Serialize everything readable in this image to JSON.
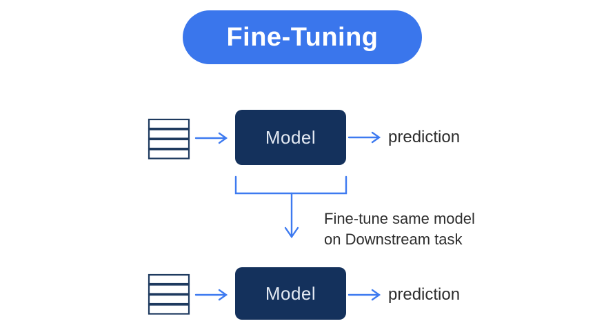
{
  "title": {
    "label": "Fine-Tuning"
  },
  "rows": [
    {
      "input_icon": "dataset-table-icon",
      "model_label": "Model",
      "output_label": "prediction"
    },
    {
      "input_icon": "dataset-table-icon",
      "model_label": "Model",
      "output_label": "prediction"
    }
  ],
  "annotation": {
    "line1": "Fine-tune same model",
    "line2": "on Downstream task"
  },
  "icons": {
    "right_arrow": "arrow-right-icon",
    "down_arrow": "bracket-down-arrow-icon",
    "dataset": "dataset-table-icon"
  },
  "colors": {
    "pill_blue": "#3a76ec",
    "model_navy": "#14315c",
    "arrow_blue": "#3d7af0",
    "icon_stroke": "#1e3a5f",
    "text_dark": "#2d2d2d",
    "model_text": "#e4eaf3",
    "background": "#ffffff"
  }
}
